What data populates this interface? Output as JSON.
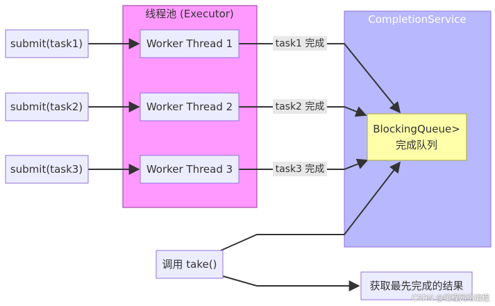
{
  "clusters": {
    "executor": {
      "title": "线程池 (Executor)"
    },
    "completion_service": {
      "title": "CompletionService"
    }
  },
  "nodes": {
    "submit1": "submit(task1)",
    "submit2": "submit(task2)",
    "submit3": "submit(task3)",
    "worker1": "Worker Thread 1",
    "worker2": "Worker Thread 2",
    "worker3": "Worker Thread 3",
    "queue_line1": "BlockingQueue>",
    "queue_line2": "完成队列",
    "take": "调用 take()",
    "result": "获取最先完成的结果"
  },
  "edge_labels": {
    "done1": "task1 完成",
    "done2": "task2 完成",
    "done3": "task3 完成"
  },
  "colors": {
    "executor_fill": "#ff99ff",
    "completion_fill": "#b8b8ff",
    "node_fill": "#ececff",
    "node_stroke": "#9370db",
    "queue_fill": "#ffffaa",
    "queue_stroke": "#aaaa33",
    "edge": "#333333",
    "label_bg": "#e8e8e8"
  },
  "watermark": "CSDN @编程网络编程"
}
